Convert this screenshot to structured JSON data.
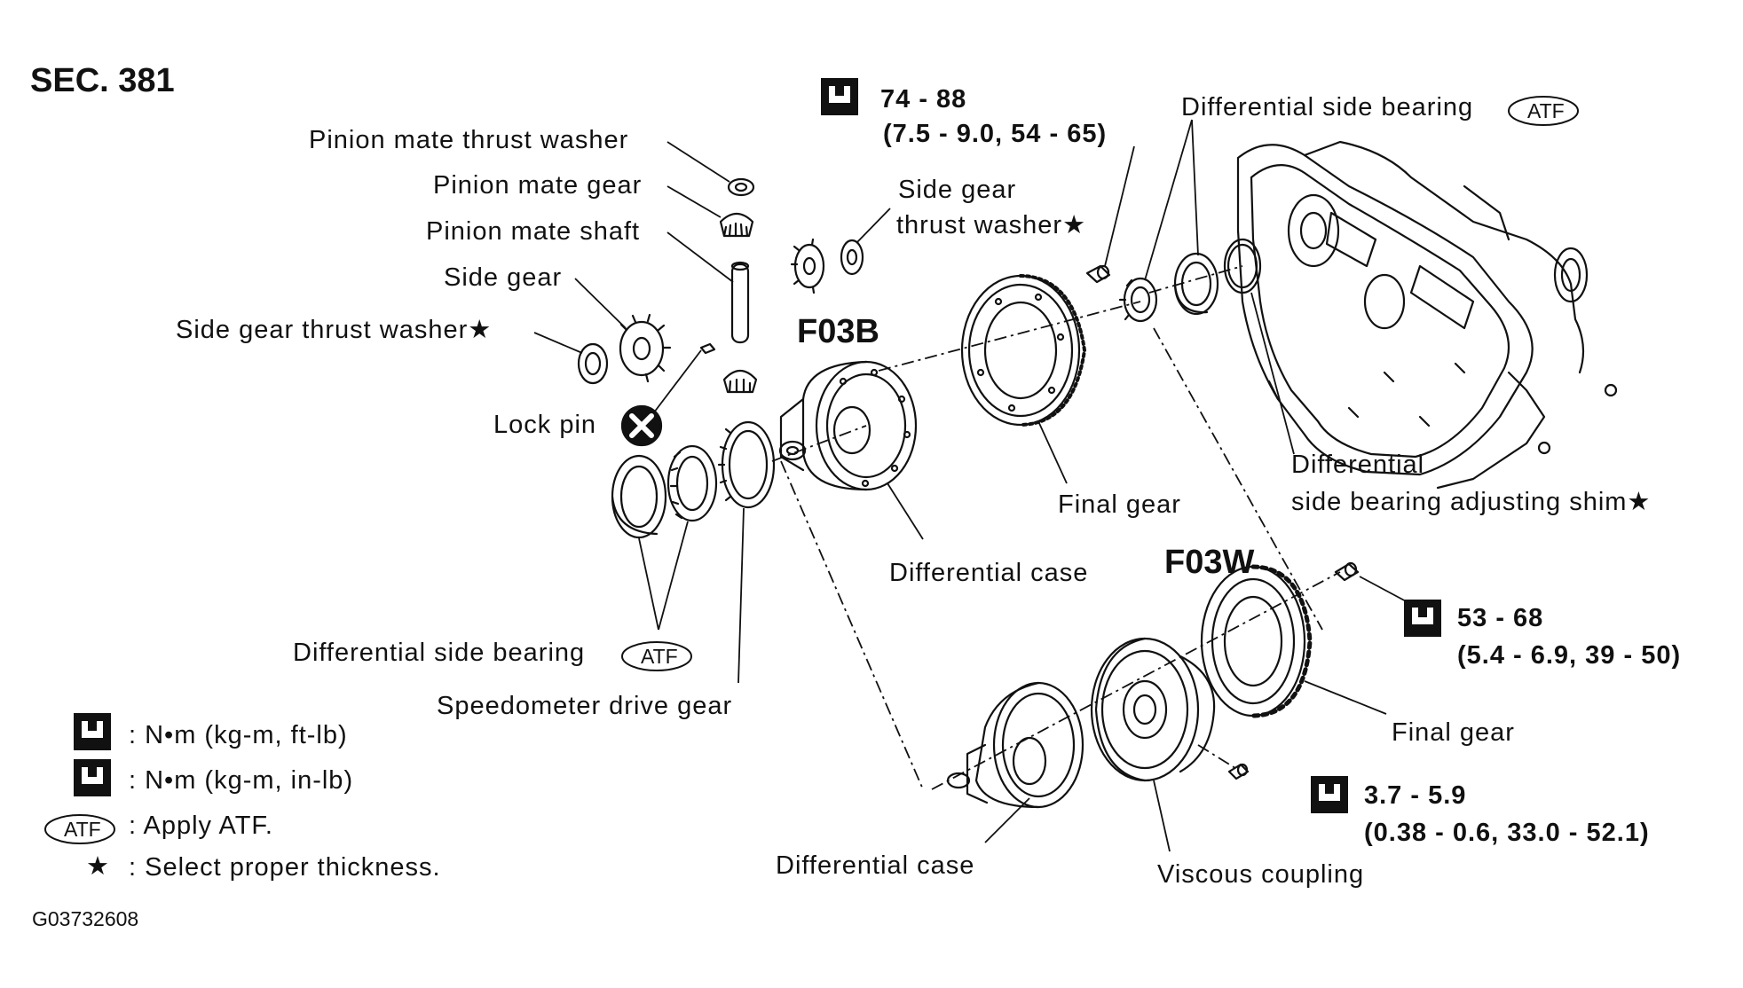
{
  "section": "SEC. 381",
  "models": {
    "f03b": "F03B",
    "f03w": "F03W"
  },
  "labels": {
    "pinion_mate_thrust_washer": "Pinion mate thrust washer",
    "pinion_mate_gear": "Pinion mate gear",
    "pinion_mate_shaft": "Pinion mate shaft",
    "side_gear": "Side gear",
    "side_gear_thrust_washer_left": "Side gear thrust washer★",
    "lock_pin": "Lock pin",
    "side_gear_thrust_washer_top_1": "Side gear",
    "side_gear_thrust_washer_top_2": "thrust washer★",
    "diff_side_bearing_top": "Differential side bearing",
    "diff_side_bearing_left": "Differential side bearing",
    "speedometer_drive_gear": "Speedometer drive gear",
    "differential_case_f03b": "Differential case",
    "final_gear_f03b": "Final gear",
    "adjusting_shim_1": "Differential",
    "adjusting_shim_2": "side bearing adjusting shim★",
    "final_gear_f03w": "Final gear",
    "differential_case_f03w": "Differential case",
    "viscous_coupling": "Viscous coupling"
  },
  "torques": {
    "top": {
      "line1": "74 - 88",
      "line2": "(7.5 - 9.0, 54 - 65)"
    },
    "right": {
      "line1": "53 - 68",
      "line2": "(5.4 - 6.9, 39 - 50)"
    },
    "bottom": {
      "line1": "3.7 - 5.9",
      "line2": "(0.38 - 0.6, 33.0 - 52.1)"
    }
  },
  "atf_badge": "ATF",
  "legend": {
    "nm_ftlb": ": N•m (kg-m, ft-lb)",
    "nm_inlb": ": N•m (kg-m, in-lb)",
    "atf_text": ": Apply ATF.",
    "star_symbol": "★",
    "star_text": ": Select proper thickness."
  },
  "figure_id": "G03732608"
}
